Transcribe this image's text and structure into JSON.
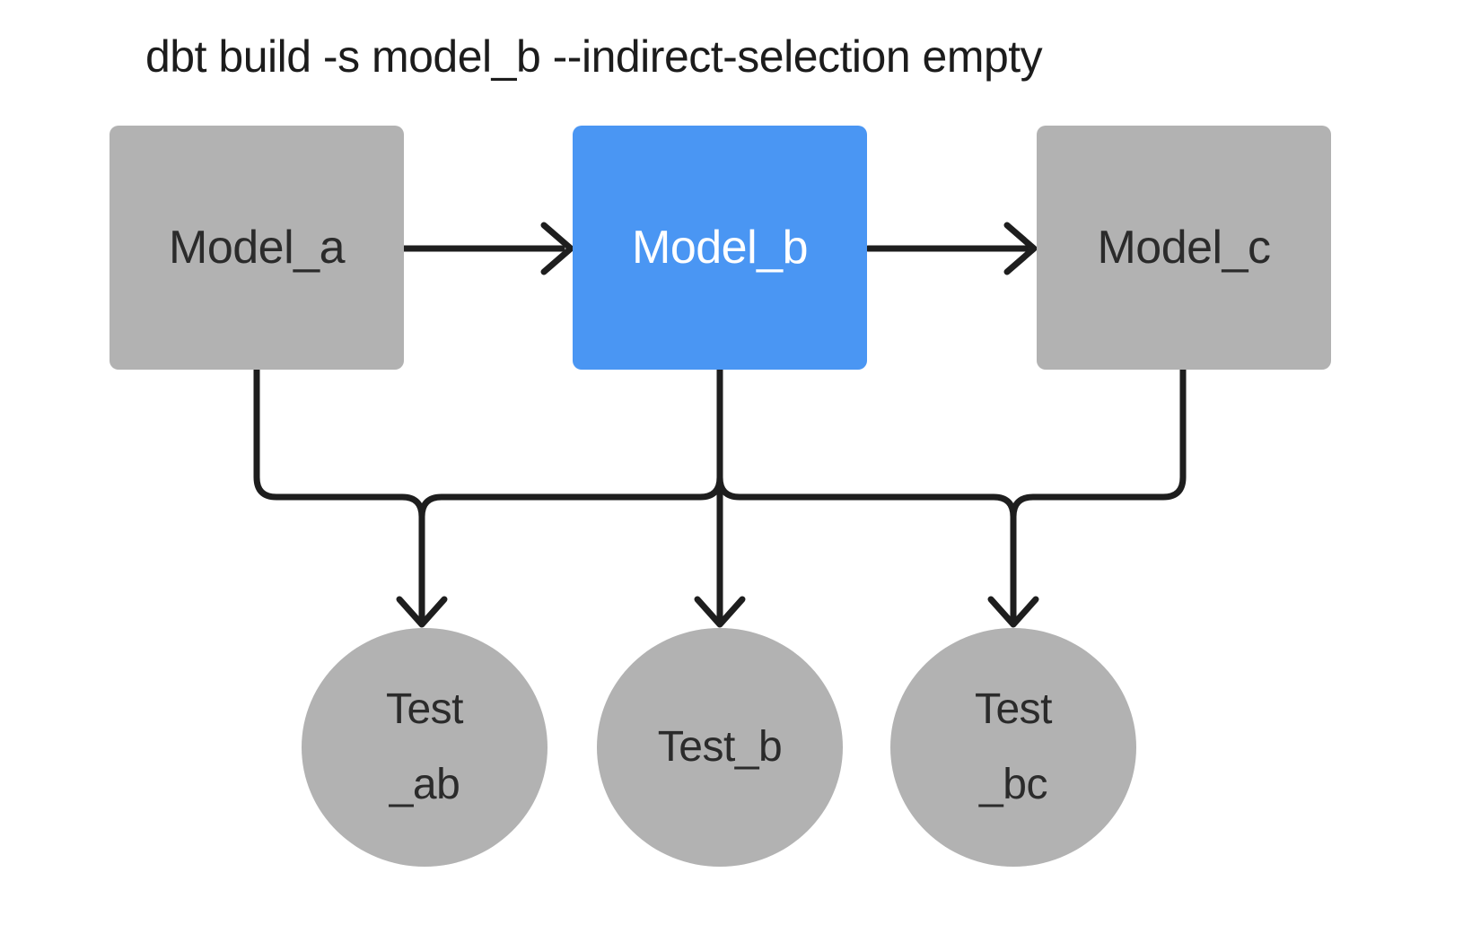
{
  "title": "dbt build -s model_b --indirect-selection empty",
  "colors": {
    "background": "#ffffff",
    "node_gray": "#b2b2b2",
    "node_selected_blue": "#4a96f3",
    "edge_line": "#1e1e1e",
    "text_dark": "#2b2b2b",
    "text_on_blue": "#ffffff",
    "title_text": "#1c1c1c"
  },
  "models": [
    {
      "id": "model_a",
      "label": "Model_a",
      "selected": false
    },
    {
      "id": "model_b",
      "label": "Model_b",
      "selected": true
    },
    {
      "id": "model_c",
      "label": "Model_c",
      "selected": false
    }
  ],
  "tests": [
    {
      "id": "test_ab",
      "label_lines": [
        "Test",
        "_ab"
      ]
    },
    {
      "id": "test_b",
      "label_lines": [
        "Test_b"
      ]
    },
    {
      "id": "test_bc",
      "label_lines": [
        "Test",
        "_bc"
      ]
    }
  ],
  "edges": [
    {
      "from": "model_a",
      "to": "model_b"
    },
    {
      "from": "model_b",
      "to": "model_c"
    },
    {
      "from": "model_a",
      "to": "test_ab"
    },
    {
      "from": "model_b",
      "to": "test_ab"
    },
    {
      "from": "model_b",
      "to": "test_b"
    },
    {
      "from": "model_b",
      "to": "test_bc"
    },
    {
      "from": "model_c",
      "to": "test_bc"
    }
  ]
}
